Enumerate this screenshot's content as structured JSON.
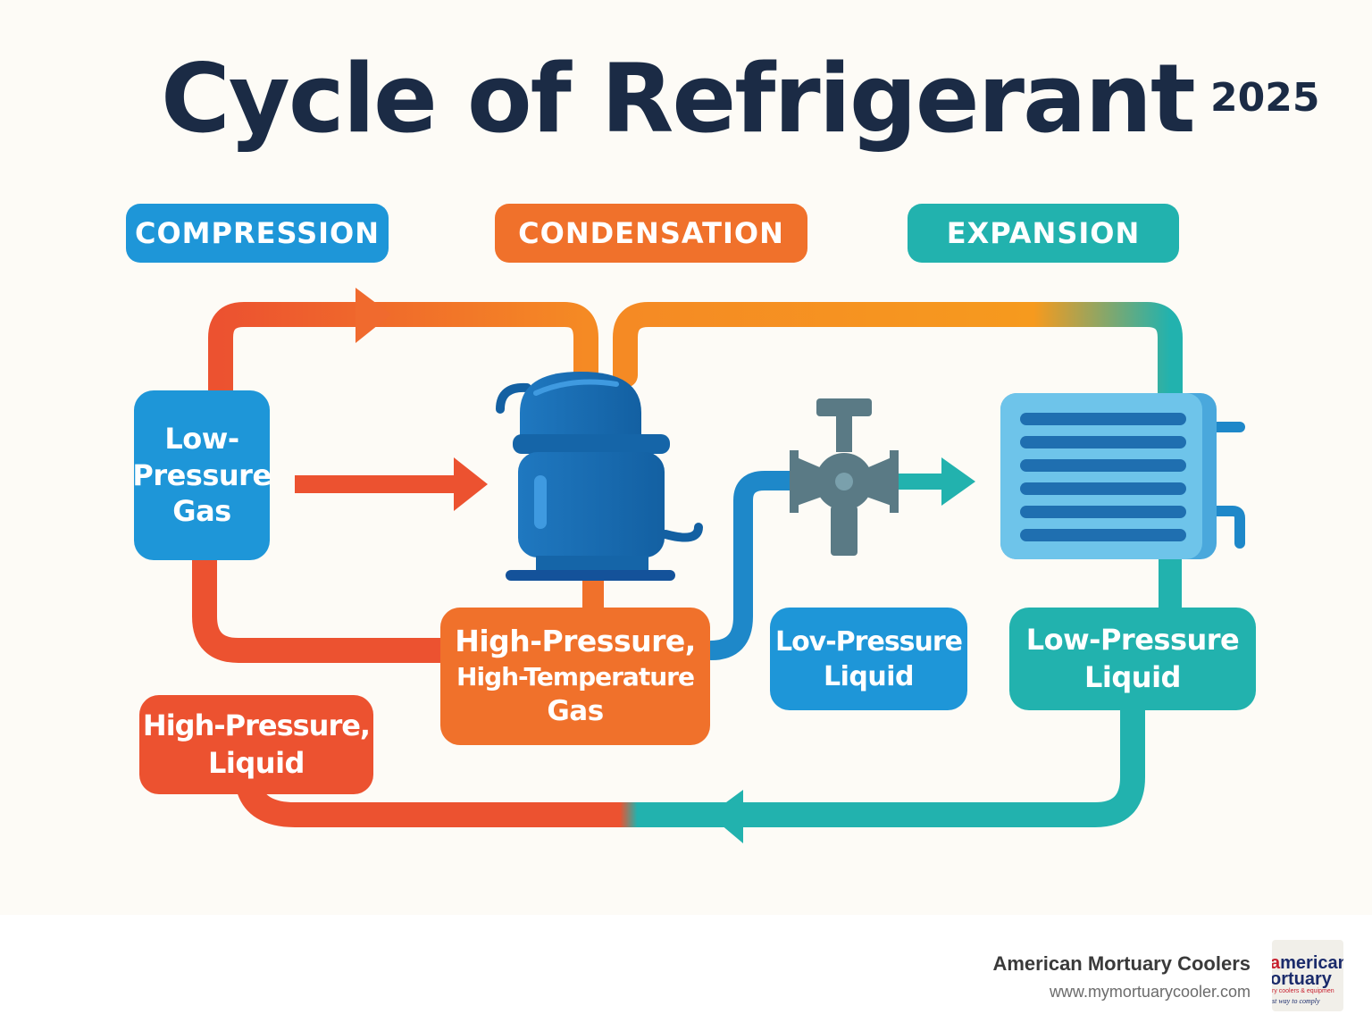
{
  "header": {
    "title": "Cycle of Refrigerant",
    "year": "2025"
  },
  "stages": {
    "compression": "COMPRESSION",
    "condensation": "CONDENSATION",
    "expansion": "EXPANSION"
  },
  "states": {
    "low_pressure_gas": [
      "Low-",
      "Pressure",
      "Gas"
    ],
    "high_pressure_high_temp_gas": [
      "High-Pressure,",
      "High-Temperature",
      "Gas"
    ],
    "low_pressure_liquid_center": [
      "Lov-Pressure",
      "Liquid"
    ],
    "low_pressure_liquid_right": [
      "Low-Pressure",
      "Liquid"
    ],
    "high_pressure_liquid": [
      "High-Pressure,",
      "Liquid"
    ]
  },
  "footer": {
    "company": "American Mortuary Coolers",
    "url": "www.mymortuarycooler.com",
    "logo": {
      "line1_red": "a",
      "line1": "merican",
      "line2": "ortuary",
      "line3": "ry coolers & equipmen",
      "line4": "st way to comply"
    }
  },
  "colors": {
    "background": "#fdfbf6",
    "title": "#1b2b45",
    "blue": "#1e96d8",
    "orange": "#f0712b",
    "red": "#ec5230",
    "teal": "#22b2ae",
    "compressor": "#1565a8",
    "valve": "#5a7a85",
    "condenser": "#6ec4ea"
  },
  "icons": [
    "compressor-icon",
    "expansion-valve-icon",
    "evaporator-icon",
    "flow-arrow-icon"
  ]
}
